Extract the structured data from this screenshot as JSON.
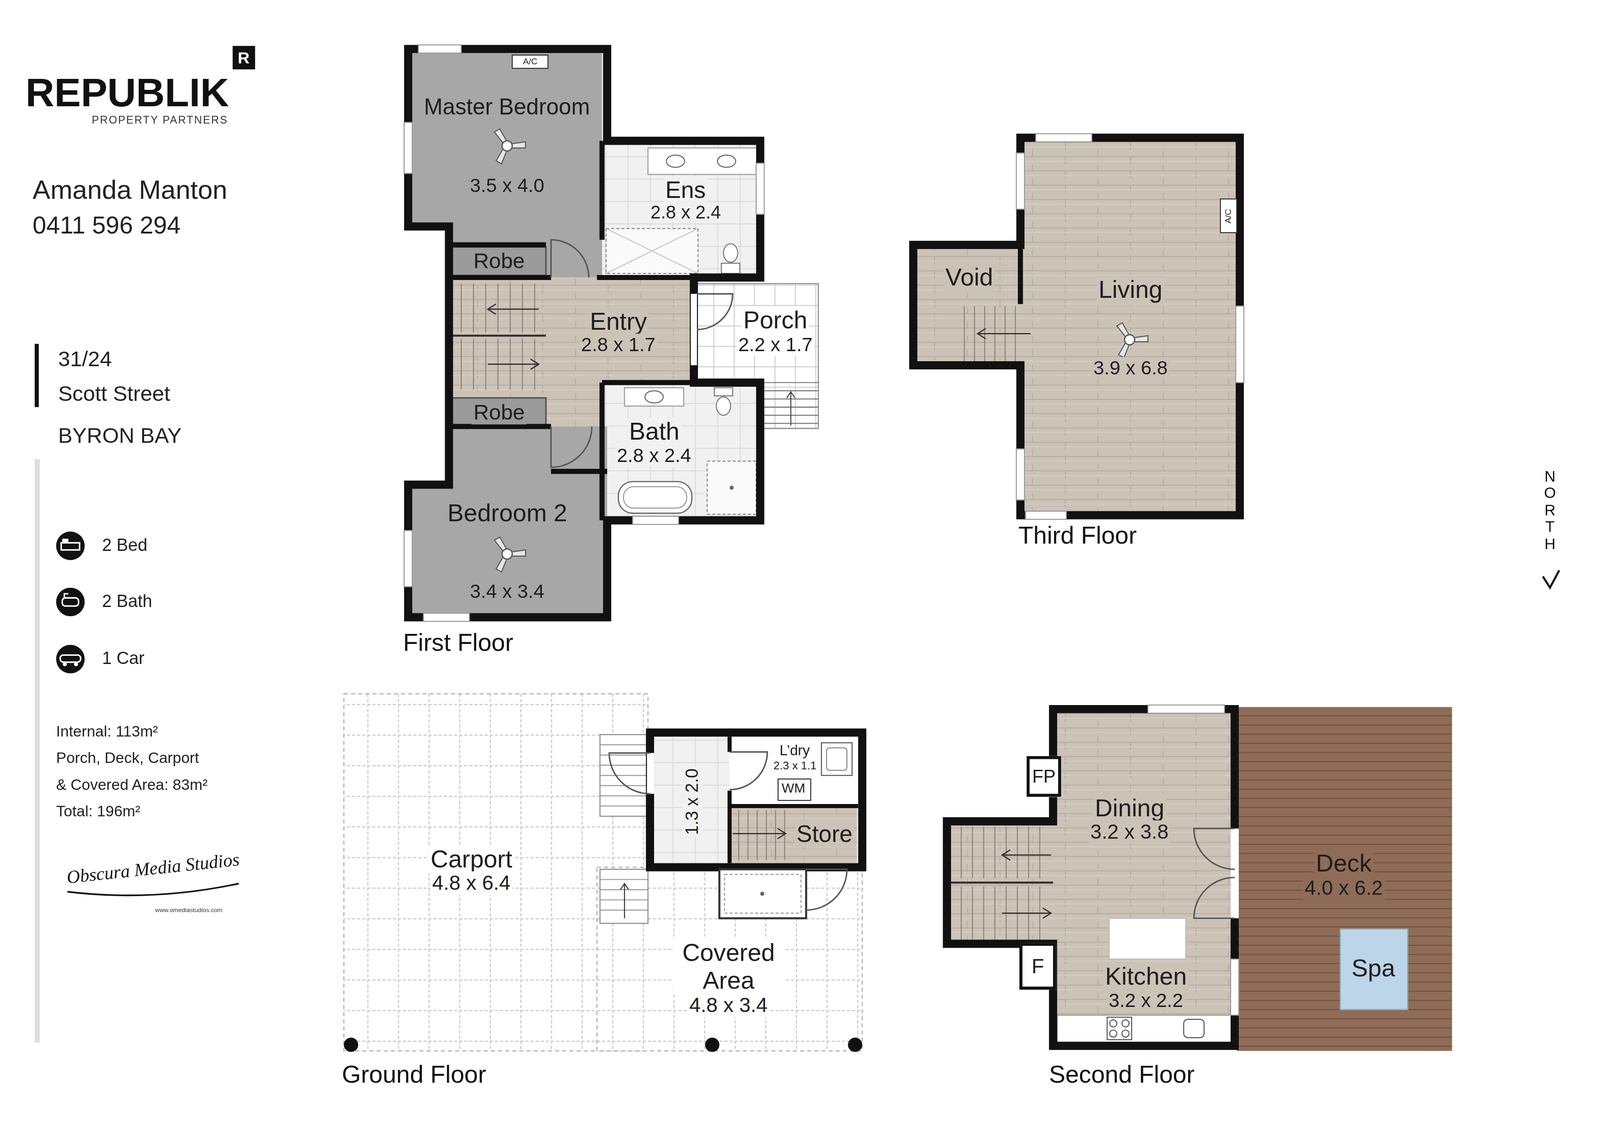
{
  "diagram": {
    "nodes": [
      {
        "text": [
          "Master Bedroom",
          "3.5 x 4.0"
        ]
      },
      {
        "text": [
          "Ens",
          "2.8 x 2.4"
        ]
      },
      {
        "text": [
          "Robe"
        ]
      },
      {
        "text": [
          "Entry",
          "2.8 x 1.7"
        ]
      },
      {
        "text": [
          "Porch",
          "2.2 x 1.7"
        ]
      },
      {
        "text": [
          "Robe"
        ]
      },
      {
        "text": [
          "Bath",
          "2.8 x 2.4"
        ]
      },
      {
        "text": [
          "Bedroom 2",
          "3.4 x 3.4"
        ]
      },
      {
        "text": [
          "Void"
        ]
      },
      {
        "text": [
          "Living",
          "3.9 x 6.8"
        ]
      },
      {
        "text": [
          "Carport",
          "4.8 x 6.4"
        ]
      },
      {
        "text": [
          "1.3 x 2.0"
        ]
      },
      {
        "text": [
          "L’dry",
          "2.3 x 1.1"
        ]
      },
      {
        "text": [
          "WM"
        ],
        "in": 12
      },
      {
        "text": [
          "Store"
        ]
      },
      {
        "text": [
          "Covered Area",
          "4.8 x 3.4"
        ]
      },
      {
        "text": [
          "FP"
        ]
      },
      {
        "text": [
          "Dining",
          "3.2 x 3.8"
        ]
      },
      {
        "text": [
          "Kitchen",
          "3.2 x 2.2"
        ]
      },
      {
        "text": [
          "F"
        ]
      },
      {
        "text": [
          "Deck",
          "4.0 x 6.2"
        ]
      },
      {
        "text": [
          "Spa"
        ],
        "in": 20
      }
    ],
    "labels": [
      "R",
      "REPUBLIK",
      "PROPERTY PARTNERS",
      "Amanda Manton",
      "0411 596 294",
      "31/24",
      "Scott Street",
      "BYRON BAY",
      "2 Bed",
      "2 Bath",
      "1 Car",
      "Internal: 113m²",
      "Porch, Deck, Carport",
      "& Covered Area: 83m²",
      "Total: 196m²",
      "Obscura Media Studios",
      "www.omediastudios.com",
      "A/C",
      "First Floor",
      "A/C",
      "Third Floor",
      "NORTH",
      "Ground Floor",
      "Second Floor"
    ]
  }
}
